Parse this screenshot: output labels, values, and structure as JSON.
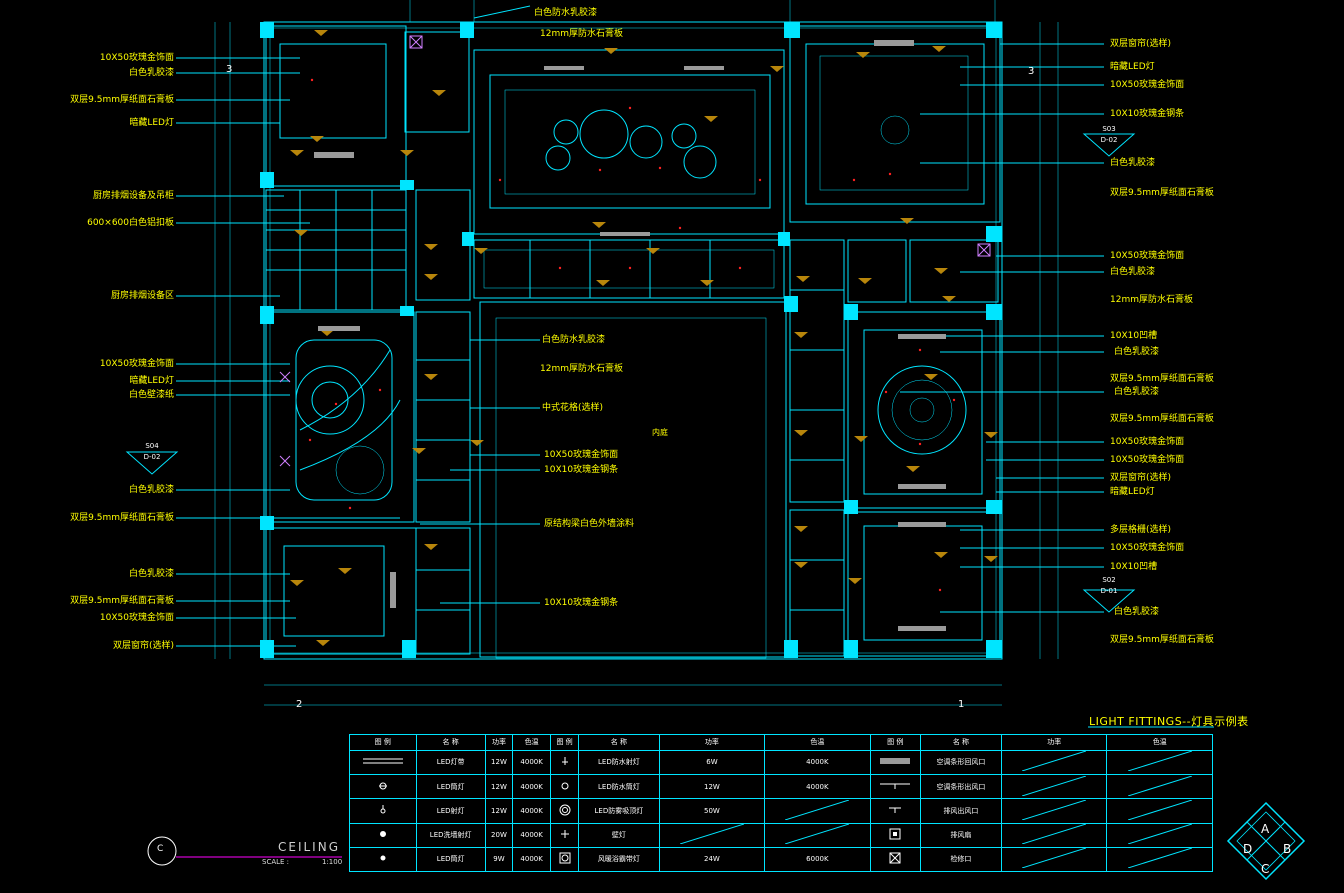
{
  "drawing": {
    "left_labels": [
      "10X50玫瑰金饰面",
      "白色乳胶漆",
      "双层9.5mm厚纸面石膏板",
      "暗藏LED灯",
      "厨房排烟设备及吊柜",
      "600×600白色铝扣板",
      "厨房排烟设备区",
      "10X50玫瑰金饰面",
      "暗藏LED灯",
      "白色壁漆纸",
      "白色乳胶漆",
      "双层9.5mm厚纸面石膏板",
      "白色乳胶漆",
      "双层9.5mm厚纸面石膏板",
      "10X50玫瑰金饰面",
      "双层窗帘(选样)"
    ],
    "right_labels": [
      "双层窗帘(选样)",
      "暗藏LED灯",
      "10X50玫瑰金饰面",
      "10X10玫瑰金钢条",
      "白色乳胶漆",
      "双层9.5mm厚纸面石膏板",
      "10X50玫瑰金饰面",
      "白色乳胶漆",
      "12mm厚防水石膏板",
      "10X10凹槽",
      "白色乳胶漆",
      "双层9.5mm厚纸面石膏板",
      "白色乳胶漆",
      "双层9.5mm厚纸面石膏板",
      "10X50玫瑰金饰面",
      "10X50玫瑰金饰面",
      "双层窗帘(选样)",
      "暗藏LED灯",
      "多层格栅(选样)",
      "10X50玫瑰金饰面",
      "10X10凹槽",
      "白色乳胶漆",
      "双层9.5mm厚纸面石膏板"
    ],
    "center_labels": [
      "白色防水乳胶漆",
      "12mm厚防水石膏板",
      "白色防水乳胶漆",
      "12mm厚防水石膏板",
      "中式花格(选样)",
      "10X50玫瑰金饰面",
      "10X10玫瑰金钢条",
      "原结构梁白色外墙涂料",
      "10X10玫瑰金钢条"
    ],
    "courtyard": "内庭",
    "axis_marks": [
      "3",
      "3",
      "2",
      "1"
    ],
    "section_tags": [
      {
        "num": "S03",
        "ref": "D-02"
      },
      {
        "num": "S04",
        "ref": "D-02"
      },
      {
        "num": "S02",
        "ref": "D-01"
      }
    ],
    "title": "CEILING",
    "title_marker": "C",
    "scale_label": "SCALE :",
    "scale_value": "1:100",
    "compass": [
      "A",
      "B",
      "C",
      "D"
    ]
  },
  "legend": {
    "title": "LIGHT FITTINGS--灯具示例表",
    "headers": [
      "图 例",
      "名 称",
      "功率",
      "色温",
      "图 例",
      "名 称",
      "功率",
      "色温",
      "图 例",
      "名 称",
      "功率",
      "色温"
    ],
    "rows": [
      [
        "",
        "LED灯带",
        "12W",
        "4000K",
        "",
        "LED防水射灯",
        "6W",
        "4000K",
        "",
        "空调条形回风口",
        "",
        ""
      ],
      [
        "",
        "LED筒灯",
        "12W",
        "4000K",
        "",
        "LED防水筒灯",
        "12W",
        "4000K",
        "",
        "空调条形出风口",
        "",
        ""
      ],
      [
        "",
        "LED射灯",
        "12W",
        "4000K",
        "",
        "LED防雾吸顶灯",
        "50W",
        "",
        "",
        "排风出风口",
        "",
        ""
      ],
      [
        "",
        "LED洗墙射灯",
        "20W",
        "4000K",
        "",
        "壁灯",
        "",
        "",
        "",
        "排风扇",
        "",
        ""
      ],
      [
        "",
        "LED筒灯",
        "9W",
        "4000K",
        "",
        "风暖浴霸带灯",
        "24W",
        "6000K",
        "",
        "检修口",
        "",
        ""
      ]
    ]
  },
  "colors": {
    "line": "#00e5ff",
    "text": "#ffff00",
    "wall": "#00ffff",
    "accent": "#ff00ff",
    "mark": "#ff2020",
    "fixture": "#b8860b"
  }
}
